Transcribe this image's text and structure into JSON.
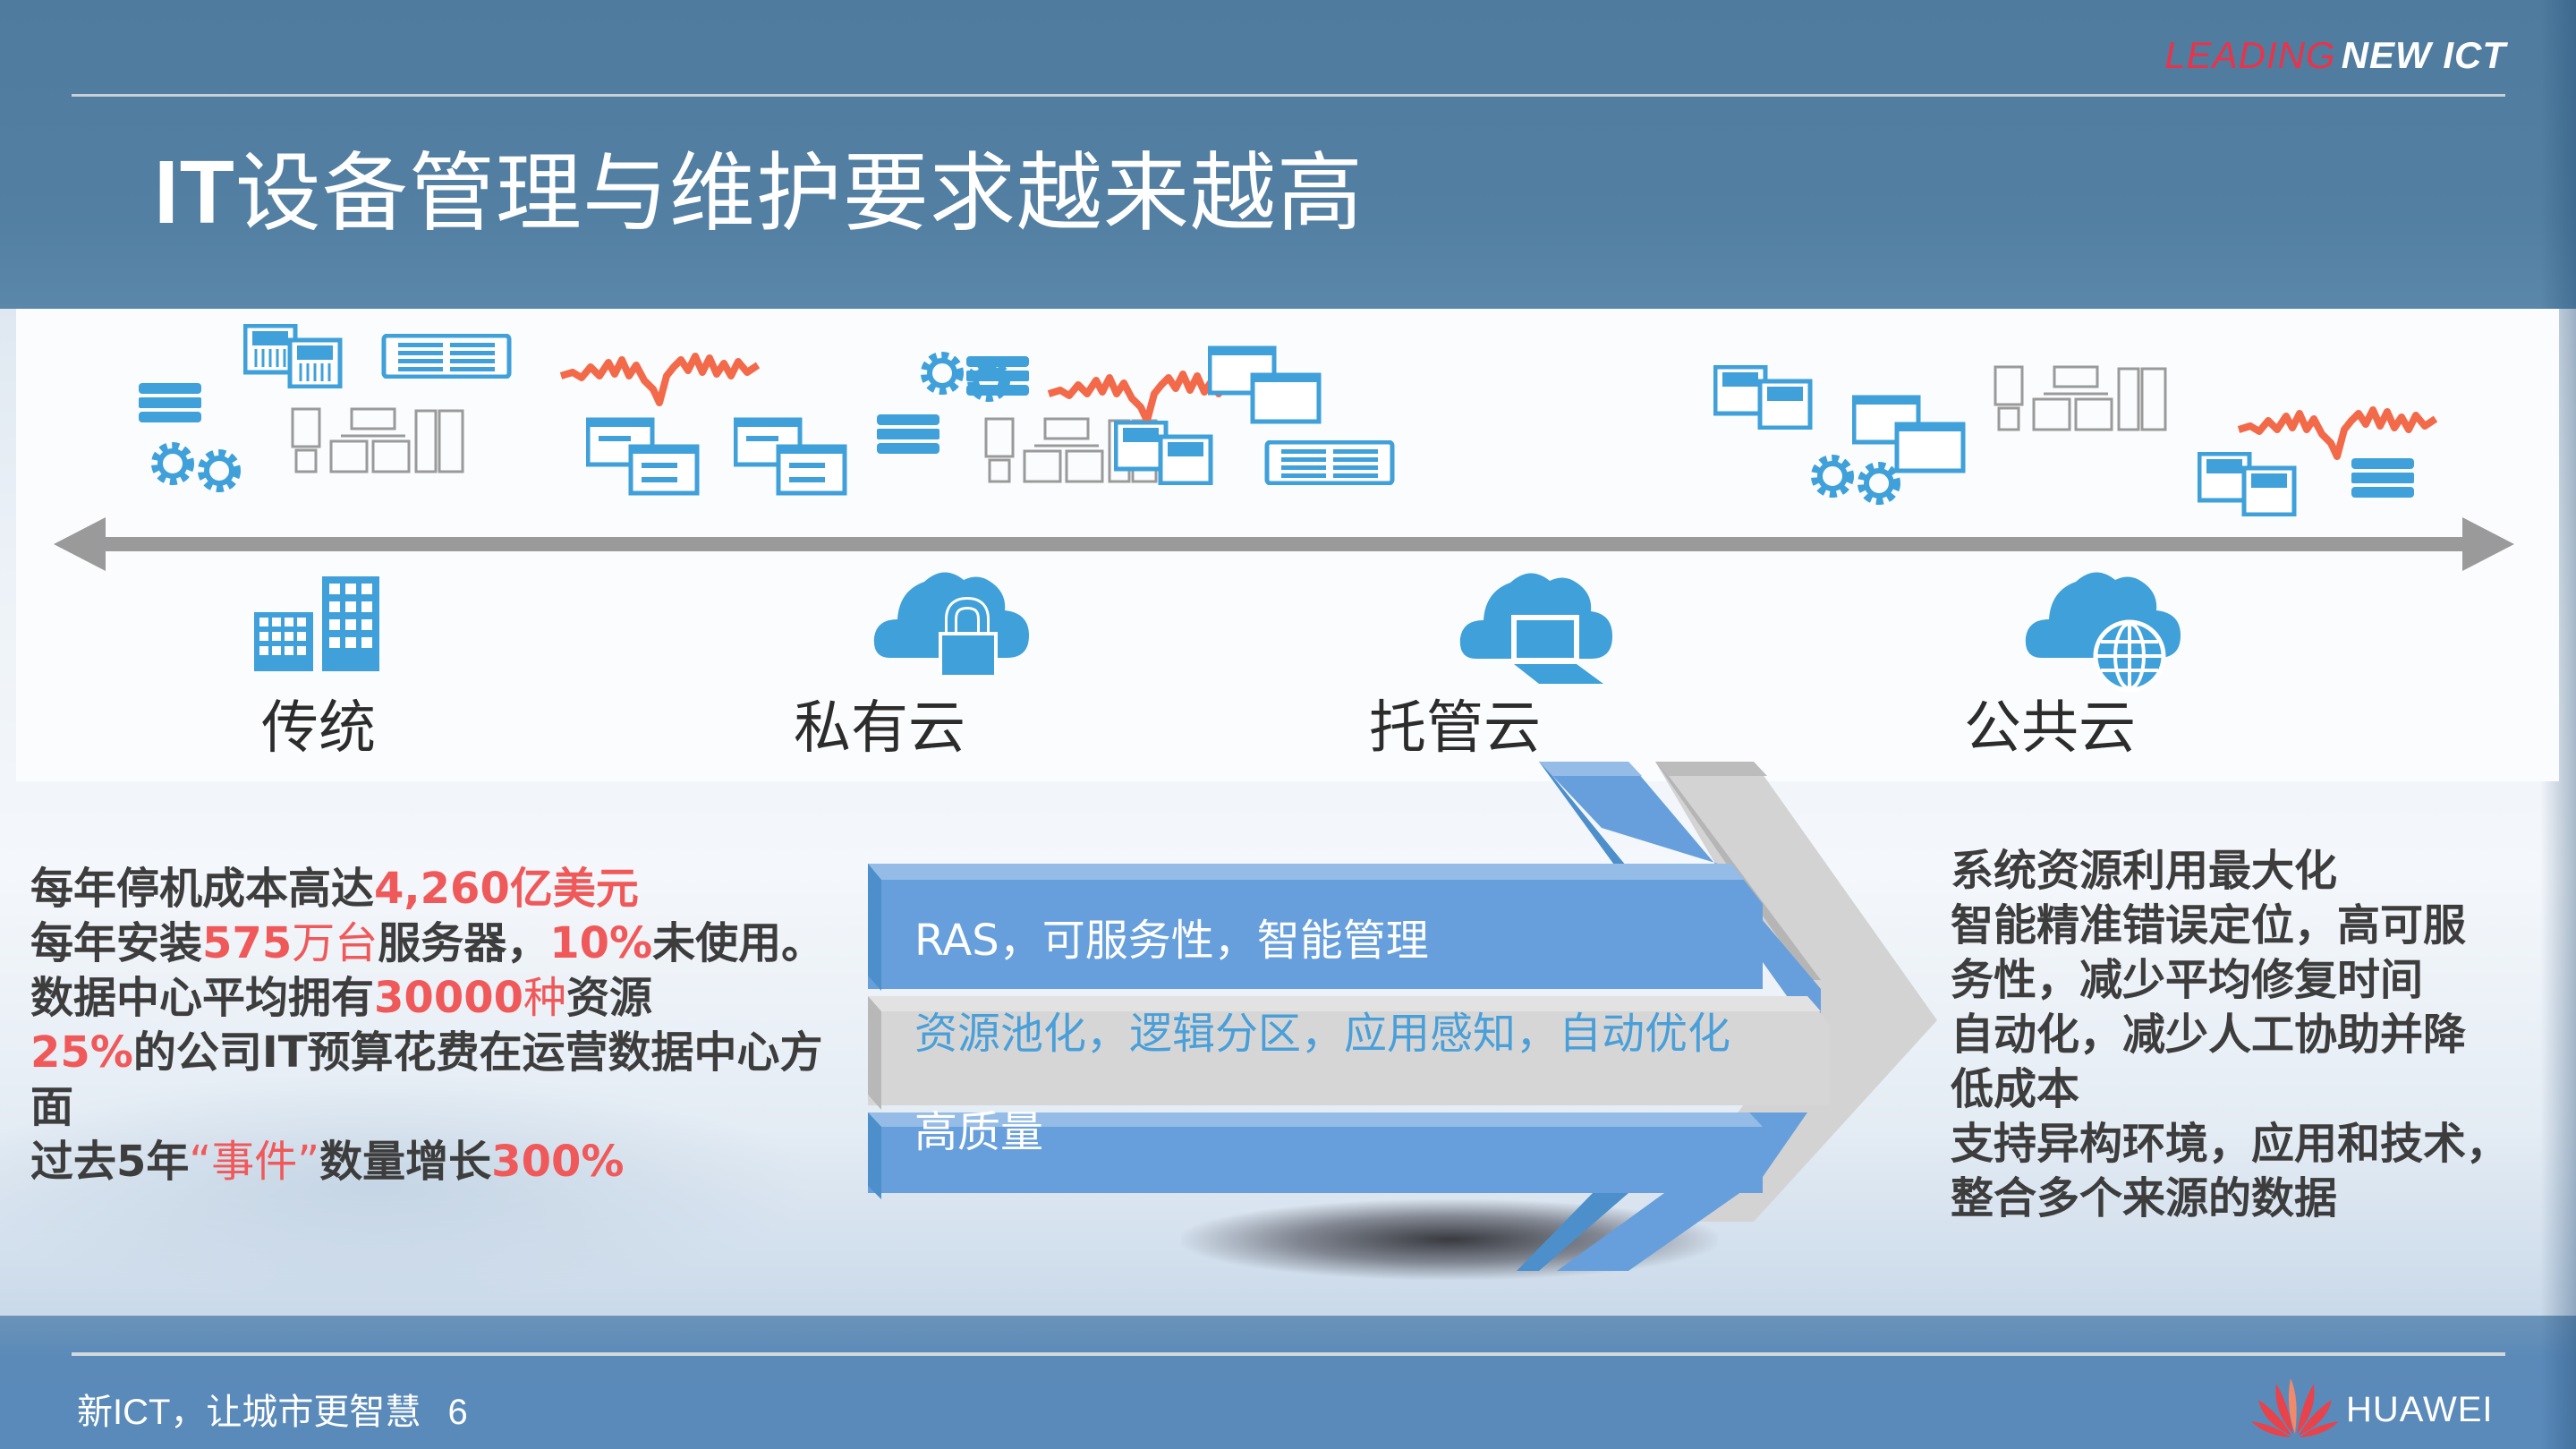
{
  "brand": {
    "leading": "LEADING",
    "new_ict": "NEW ICT",
    "leading_color": "#e8344a"
  },
  "title": {
    "prefix": "IT",
    "text": "设备管理与维护要求越来越高"
  },
  "timeline": {
    "eras": [
      {
        "label": "传统",
        "icon": "office-buildings-icon"
      },
      {
        "label": "私有云",
        "icon": "cloud-lock-icon"
      },
      {
        "label": "托管云",
        "icon": "cloud-laptop-icon"
      },
      {
        "label": "公共云",
        "icon": "cloud-globe-icon"
      }
    ],
    "axis": "bidirectional-arrow",
    "accent_blue": "#3fa0da",
    "accent_orange": "#f26a4a"
  },
  "facts": {
    "line1": {
      "pre": "每年停机成本高达",
      "hl": "4,260亿美元"
    },
    "line2": {
      "pre": "每年安装",
      "hl1": "575",
      "hl2": "万台",
      "mid": "服务器，",
      "hl3": "10%",
      "post": "未使用。"
    },
    "line3": {
      "pre": "数据中心平均拥有",
      "hl1": "30000",
      "hl2": "种",
      "post": "资源"
    },
    "line4": {
      "hl": "25%",
      "post": "的公司IT预算花费在运营数据中心方"
    },
    "line5": {
      "post": "面"
    },
    "line6": {
      "pre": "过去5年",
      "hl1": "“事件”",
      "mid": "数量增长",
      "hl2": "300%"
    },
    "highlight_color": "#f0595a"
  },
  "arrows": {
    "items": [
      {
        "label": "RAS，可服务性，智能管理",
        "color": "#679fdc"
      },
      {
        "label": "资源池化，逻辑分区，应用感知，自动优化",
        "color": "#d6d6d6"
      },
      {
        "label": "高质量",
        "color": "#679fdc"
      }
    ]
  },
  "benefits": {
    "lines": [
      "系统资源利用最大化",
      "智能精准错误定位，高可服",
      "务性，减少平均修复时间",
      "自动化，减少人工协助并降",
      "低成本",
      "支持异构环境，应用和技术，",
      "整合多个来源的数据"
    ]
  },
  "footer": {
    "slogan": "新ICT，让城市更智慧",
    "page": "6",
    "logo_text": "HUAWEI"
  }
}
